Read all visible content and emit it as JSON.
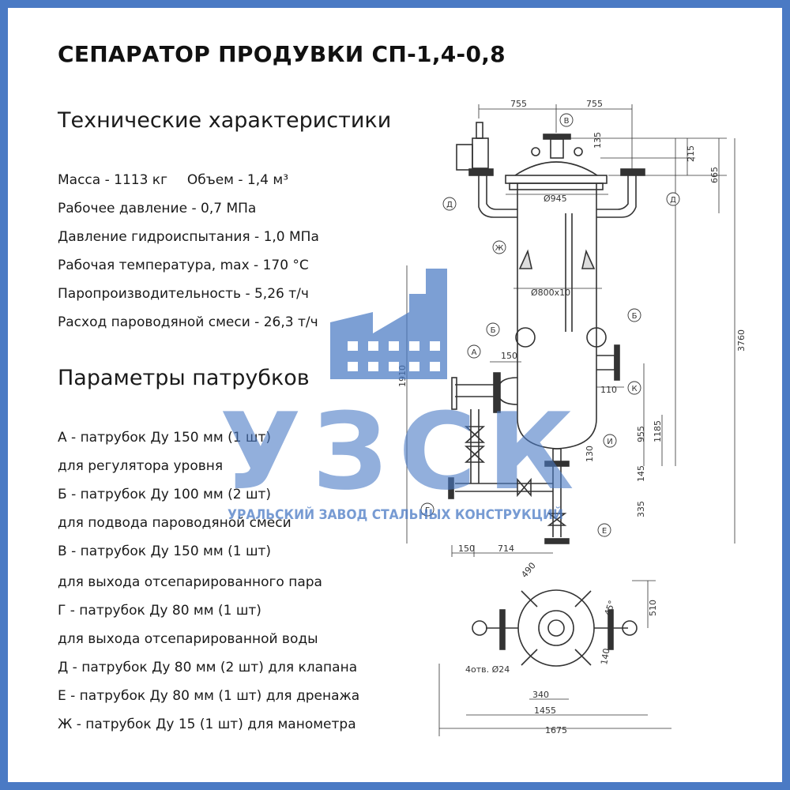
{
  "title": "СЕПАРАТОР ПРОДУВКИ СП-1,4-0,8",
  "specs": {
    "heading": "Технические характеристики",
    "mass": "Масса - 1113 кг",
    "volume": "Объем - 1,4 м³",
    "items": [
      "Рабочее давление - 0,7 МПа",
      "Давление гидроиспытания - 1,0 МПа",
      "Рабочая температура, max - 170 °С",
      "Паропроизводительность - 5,26 т/ч",
      "Расход пароводяной смеси - 26,3 т/ч"
    ]
  },
  "nozzles": {
    "heading": "Параметры патрубков",
    "items": [
      "А - патрубок Ду 150 мм (1 шт)",
      "для регулятора уровня",
      "Б - патрубок Ду 100 мм (2 шт)",
      "для подвода пароводяной смеси",
      "В - патрубок Ду 150 мм (1 шт)",
      "для выхода отсепарированного пара",
      "Г - патрубок Ду 80 мм (1 шт)",
      "для выхода отсепарированной воды",
      "Д - патрубок Ду 80 мм (2 шт) для клапана",
      "Е - патрубок Ду 80 мм (1 шт) для дренажа",
      "Ж - патрубок Ду 15 (1 шт) для манометра"
    ]
  },
  "watermark": {
    "letters": "УЗСК",
    "subtitle": "УРАЛЬСКИЙ ЗАВОД СТАЛЬНЫХ КОНСТРУКЦИЙ",
    "color": "#4a7ac4"
  },
  "drawing": {
    "dims": {
      "d755a": "755",
      "d755b": "755",
      "d135": "135",
      "d215": "215",
      "d665": "665",
      "d945": "Ø945",
      "d800": "Ø800x10",
      "d150": "150",
      "d110": "110",
      "d3760": "3760",
      "d1910": "1910",
      "d1185": "1185",
      "d955": "955",
      "d130": "130",
      "d145": "145",
      "d335": "335",
      "d150b": "150",
      "d714": "714",
      "d490": "490",
      "d510": "510",
      "d45": "45°",
      "d140": "140",
      "holes": "4отв. Ø24",
      "d340": "340",
      "d1455": "1455",
      "d1675": "1675"
    },
    "labels": {
      "V": "В",
      "D1": "Д",
      "D2": "Д",
      "ZH": "Ж",
      "B1": "Б",
      "B2": "Б",
      "A": "А",
      "K": "К",
      "I": "И",
      "G": "Г",
      "E": "Е"
    }
  }
}
